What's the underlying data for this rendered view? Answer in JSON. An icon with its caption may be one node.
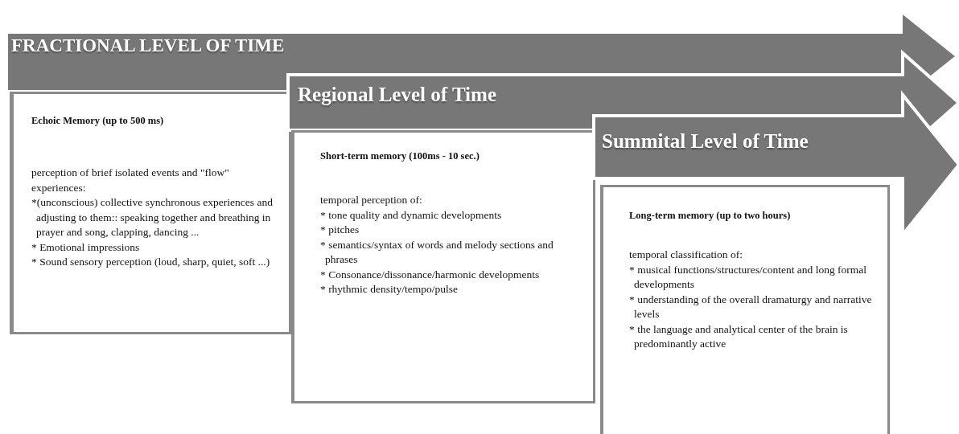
{
  "diagram": {
    "nodes": [
      {
        "text": [
          "FRACTIONAL LEVEL OF TIME"
        ]
      },
      {
        "text": [
          "Echoic Memory (up to 500 ms)",
          "perception of brief isolated events and \"flow\" experiences:",
          "*(unconscious) collective synchronous experiences and adjusting to them:: speaking together and breathing in prayer and song, clapping, dancing ...",
          "* Emotional impressions",
          "* Sound sensory perception (loud, sharp, quiet, soft ...)"
        ]
      },
      {
        "text": [
          "Regional Level of Time"
        ]
      },
      {
        "text": [
          "Short-term memory  (100ms - 10 sec.)",
          "temporal perception of:",
          "* tone quality and dynamic developments",
          "* pitches",
          "* semantics/syntax of words and melody sections and phrases",
          "* Consonance/dissonance/harmonic developments",
          "* rhythmic density/tempo/pulse"
        ]
      },
      {
        "text": [
          "Summital Level of Time"
        ]
      },
      {
        "text": [
          "Long-term memory (up to two hours)",
          "temporal classification of:",
          "* musical functions/structures/content and long formal developments",
          "* understanding of the overall dramaturgy and narrative levels",
          "* the language and analytical center of the brain is predominantly active"
        ]
      }
    ]
  }
}
